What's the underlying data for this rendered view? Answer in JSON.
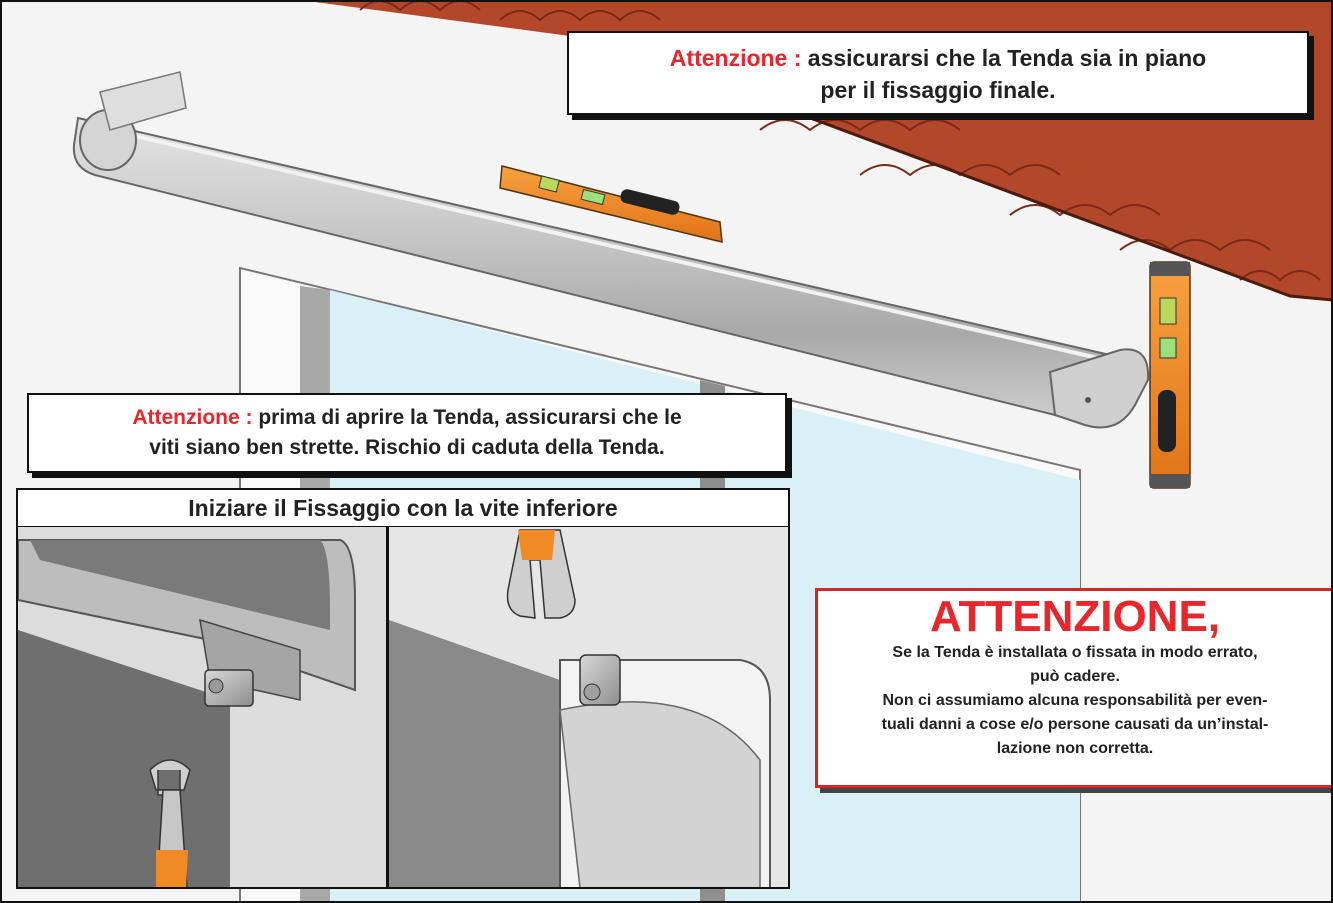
{
  "notice_level": {
    "prefix": "Attenzione :",
    "line1": "assicurarsi che la Tenda sia in piano",
    "line2": "per il fissaggio finale."
  },
  "notice_screws": {
    "prefix": "Attenzione :",
    "line1": "prima di aprire la Tenda, assicurarsi che le",
    "line2": "viti siano ben strette. Rischio di caduta della Tenda."
  },
  "panel": {
    "title": "Iniziare il Fissaggio con la vite inferiore"
  },
  "warning": {
    "title": "ATTENZIONE,",
    "lines": [
      "Se la Tenda è installata o fissata in modo errato,",
      "può cadere.",
      "Non ci assumiamo alcuna responsabilità per even-",
      "tuali danni a cose e/o persone causati da un’instal-",
      "lazione non corretta."
    ]
  },
  "colors": {
    "warning_red": "#e8262b",
    "roof_tile": "#b3472a",
    "level_orange": "#f08a24",
    "awning_grey": "#b9b9b9",
    "glass": "#d9f0f7"
  }
}
